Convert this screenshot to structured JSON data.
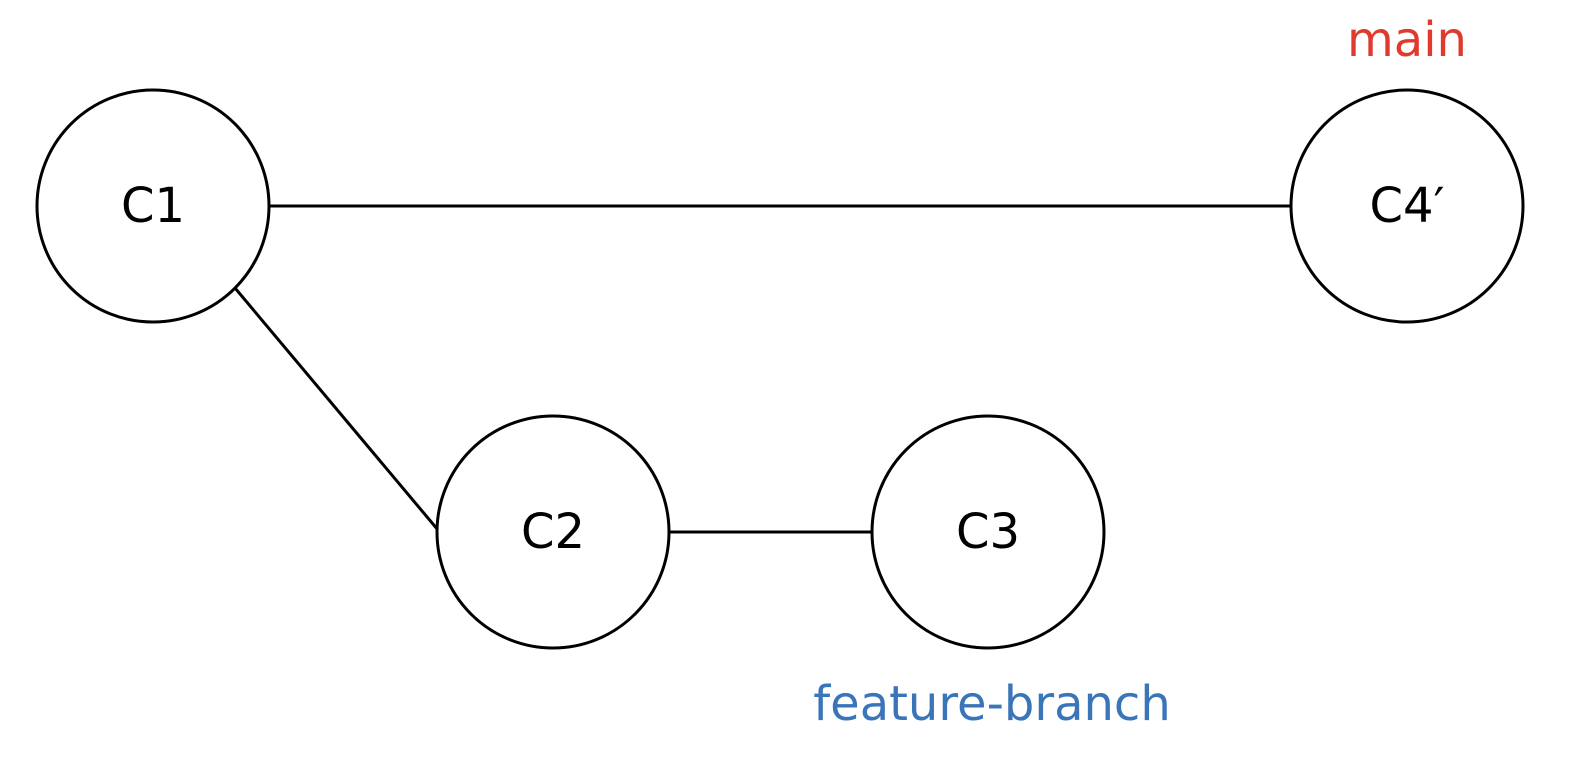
{
  "diagram": {
    "commits": [
      {
        "id": "c1",
        "label": "C1"
      },
      {
        "id": "c2",
        "label": "C2"
      },
      {
        "id": "c3",
        "label": "C3"
      },
      {
        "id": "c4p",
        "label": "C4′"
      }
    ],
    "edges": [
      {
        "from": "c1",
        "to": "c4p"
      },
      {
        "from": "c1",
        "to": "c2"
      },
      {
        "from": "c2",
        "to": "c3"
      }
    ],
    "branches": [
      {
        "name": "main",
        "points_to": "c4p",
        "color": "#e03a2f"
      },
      {
        "name": "feature-branch",
        "points_to": "c3",
        "color": "#3a74b9"
      }
    ]
  }
}
